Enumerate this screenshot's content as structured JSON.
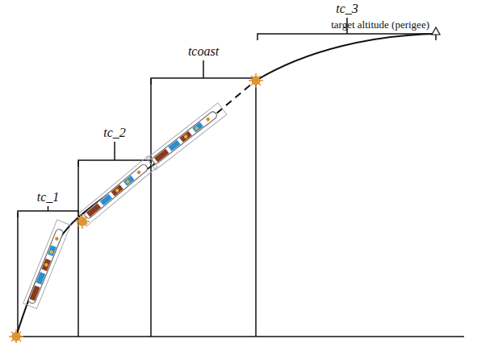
{
  "diagram": {
    "labels": [
      "tc_1",
      "tc_2",
      "tcoast",
      "tc_3",
      "target altitude (perigee)"
    ]
  }
}
